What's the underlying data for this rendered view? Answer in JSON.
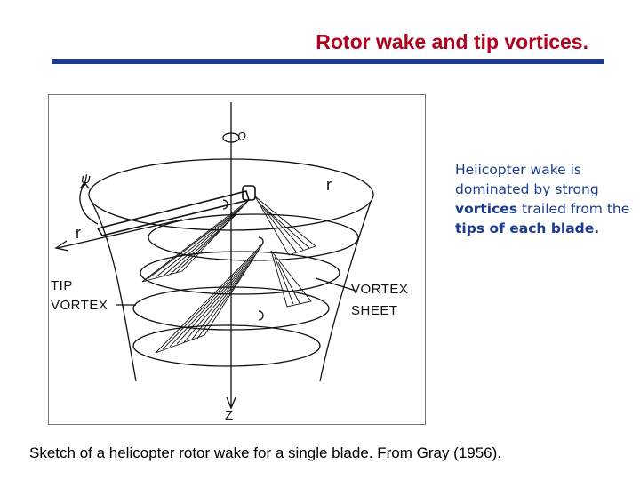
{
  "slide": {
    "title": "Rotor wake and tip vortices.",
    "accent_color": "#b0001c",
    "rule_color": "#1f3a8a"
  },
  "figure": {
    "labels": {
      "omega": "Ω",
      "psi": "ψ",
      "r_upper": "r",
      "r_left": "r",
      "tip": "TIP",
      "tip_vortex": "VORTEX",
      "vortex": "VORTEX",
      "sheet": "SHEET",
      "z": "Z"
    }
  },
  "description": {
    "p1": "Helicopter wake is dominated by strong ",
    "b1": "vortices",
    "p2": " trailed from the ",
    "b2": "tips of  each blade."
  },
  "caption": "Sketch of a helicopter rotor wake for a single blade. From Gray (1956)."
}
